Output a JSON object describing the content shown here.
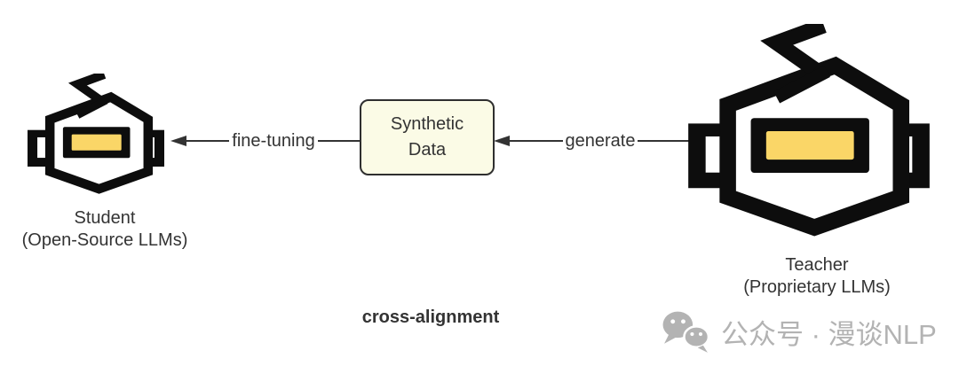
{
  "diagram": {
    "type": "flow",
    "caption": "cross-alignment",
    "nodes": {
      "student": {
        "title": "Student",
        "subtitle": "(Open-Source LLMs)",
        "icon": "robot-icon"
      },
      "teacher": {
        "title": "Teacher",
        "subtitle": "(Proprietary LLMs)",
        "icon": "robot-icon"
      },
      "synthetic": {
        "lines": [
          "Synthetic",
          "Data"
        ]
      }
    },
    "edges": {
      "generate": {
        "label": "generate",
        "from": "teacher",
        "to": "synthetic",
        "direction": "left"
      },
      "fine_tuning": {
        "label": "fine-tuning",
        "from": "synthetic",
        "to": "student",
        "direction": "left"
      }
    }
  },
  "watermark": {
    "icon": "wechat-icon",
    "text": "公众号 · 漫谈NLP"
  },
  "colors": {
    "robot_black": "#0d0d0d",
    "visor_yellow": "#FAD667",
    "node_fill": "#FBFBE6",
    "node_border": "#2f2f2f",
    "line_color": "#333333",
    "text_color": "#333333",
    "watermark_gray": "#b3b3b3",
    "background": "#ffffff"
  }
}
